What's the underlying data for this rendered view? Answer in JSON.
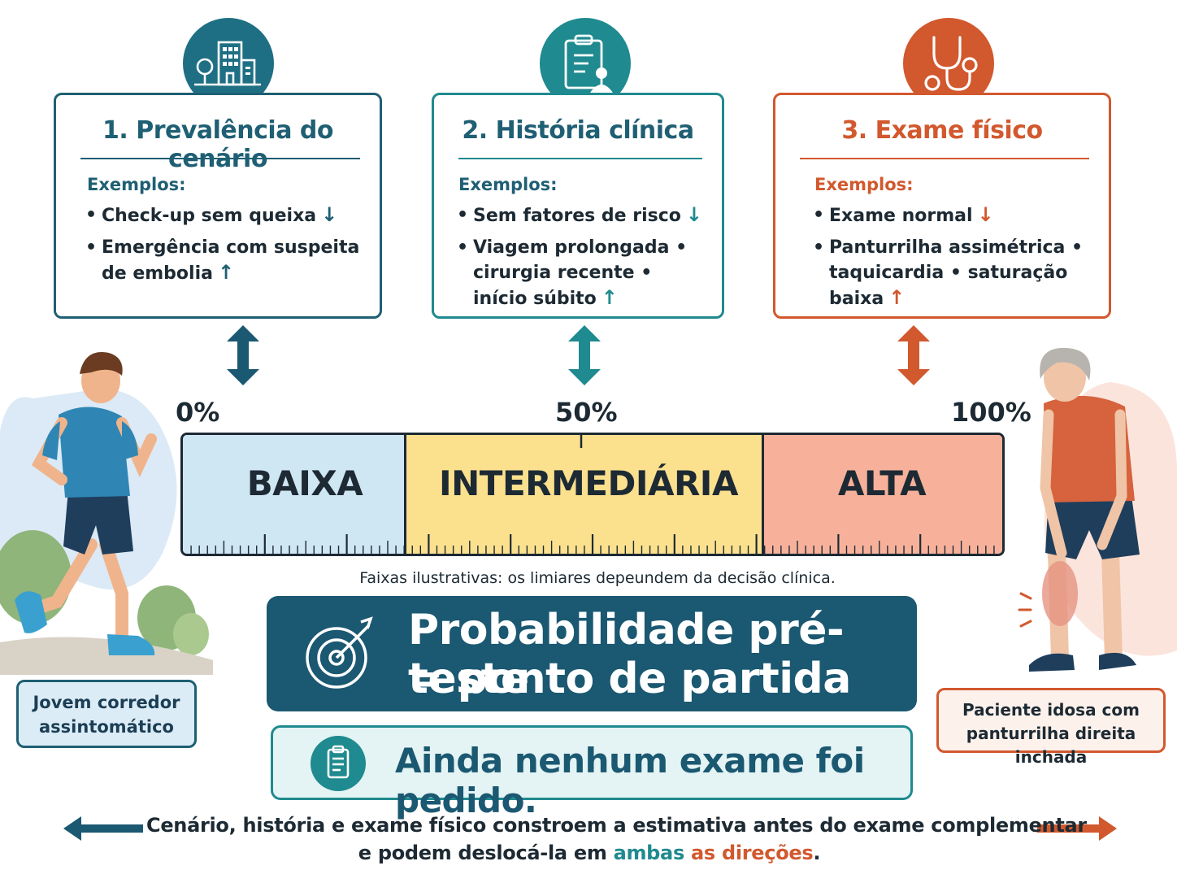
{
  "cards": [
    {
      "title": "1. Prevalência do cenário",
      "subtitle": "Exemplos:",
      "items": [
        {
          "text": "Check-up sem queixa",
          "arrow": "↓"
        },
        {
          "text": "Emergência com suspeita de embolia",
          "arrow": "↑"
        }
      ],
      "color": "#1f5f74",
      "icon": "hospital-icon"
    },
    {
      "title": "2. História clínica",
      "subtitle": "Exemplos:",
      "items": [
        {
          "text": "Sem fatores de risco",
          "arrow": "↓"
        },
        {
          "text": "Viagem prolongada • cirurgia recente • início súbito",
          "arrow": "↑"
        }
      ],
      "color": "#1f8a8f",
      "icon": "clipboard-doctor-icon"
    },
    {
      "title": "3. Exame físico",
      "subtitle": "Exemplos:",
      "items": [
        {
          "text": "Exame normal",
          "arrow": "↓"
        },
        {
          "text": "Panturrilha assimétrica • taquicardia • saturação baixa",
          "arrow": "↑"
        }
      ],
      "color": "#d2582e",
      "icon": "stethoscope-icon"
    }
  ],
  "scale": {
    "label_low": "0%",
    "label_mid": "50%",
    "label_high": "100%",
    "zones": [
      {
        "label": "BAIXA",
        "color": "#cfe6f3"
      },
      {
        "label": "INTERMEDIÁRIA",
        "color": "#fbe08e"
      },
      {
        "label": "ALTA",
        "color": "#f7b19b"
      }
    ],
    "note": "Faixas ilustrativas: os limiares depeundem da decisão clínica."
  },
  "people": {
    "left_caption": "Jovem corredor assintomático",
    "right_caption": "Paciente idosa com panturrilha direita inchada"
  },
  "main_banner": {
    "line1": "Probabilidade pré-teste",
    "line2": "= ponto de partida",
    "icon": "target-icon"
  },
  "sub_banner": {
    "text": "Ainda nenhum exame foi pedido.",
    "icon": "clipboard-icon"
  },
  "footer": {
    "line1": "Cenário, história e exame físico constroem a estimativa antes do exame complementar",
    "line2_prefix": "e podem deslocá-la em ",
    "word_ambas": "ambas",
    "word_direcoes": "as direções",
    "line2_suffix": "."
  },
  "colors": {
    "navy": "#1b5871",
    "teal": "#1f8a8f",
    "orange": "#d2582e"
  }
}
